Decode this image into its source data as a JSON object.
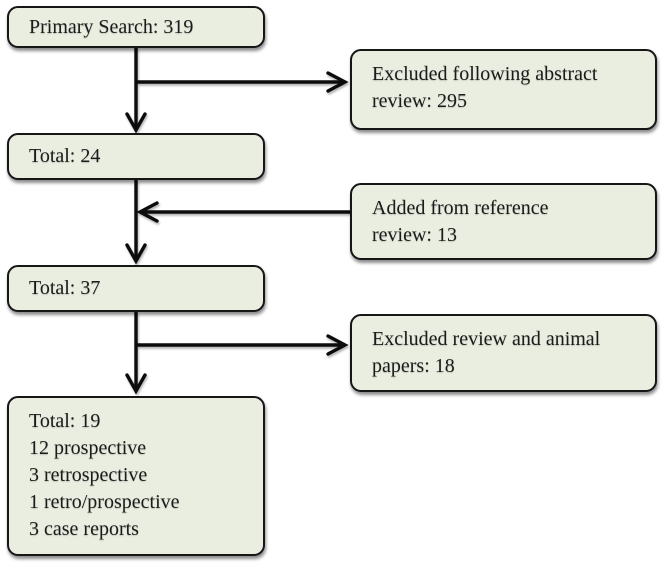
{
  "diagram": {
    "type": "flowchart",
    "boxes": {
      "primary_search": {
        "lines": [
          "Primary Search: 319"
        ]
      },
      "excluded_abstract": {
        "lines": [
          "Excluded following abstract",
          "review: 295"
        ]
      },
      "total_24": {
        "lines": [
          "Total: 24"
        ]
      },
      "added_reference": {
        "lines": [
          "Added from reference",
          "review: 13"
        ]
      },
      "total_37": {
        "lines": [
          "Total: 37"
        ]
      },
      "excluded_review_animal": {
        "lines": [
          "Excluded review and animal",
          "papers: 18"
        ]
      },
      "final_totals": {
        "lines": [
          "Total: 19",
          "12 prospective",
          "3 retrospective",
          "1 retro/prospective",
          "3 case reports"
        ]
      }
    },
    "colors": {
      "box_fill": "#e9eee0",
      "box_border": "#161616",
      "arrow": "#0c0c0c",
      "text": "#1b1b1b",
      "background": "#ffffff"
    }
  }
}
